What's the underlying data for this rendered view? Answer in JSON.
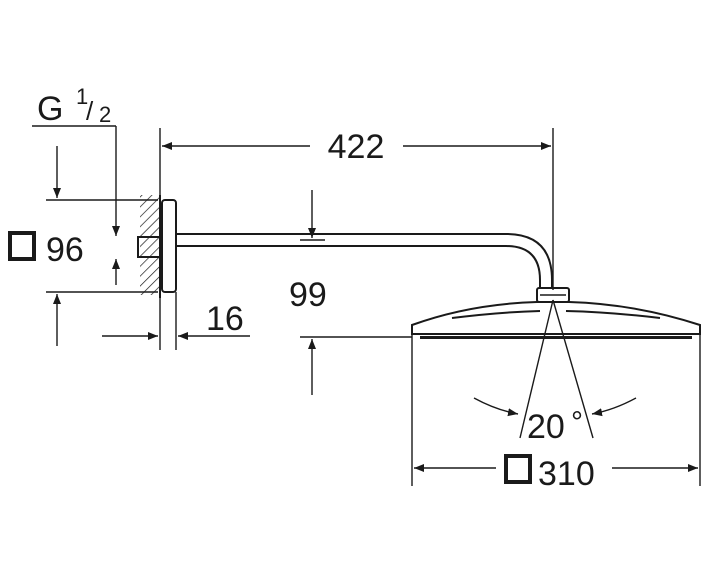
{
  "thread": {
    "letter": "G",
    "num": "1",
    "den": "2"
  },
  "dimensions": {
    "length": "422",
    "flange_square": "96",
    "flange_depth": "16",
    "drop": "99",
    "angle": "20",
    "angle_unit": "°",
    "head_square": "310"
  }
}
